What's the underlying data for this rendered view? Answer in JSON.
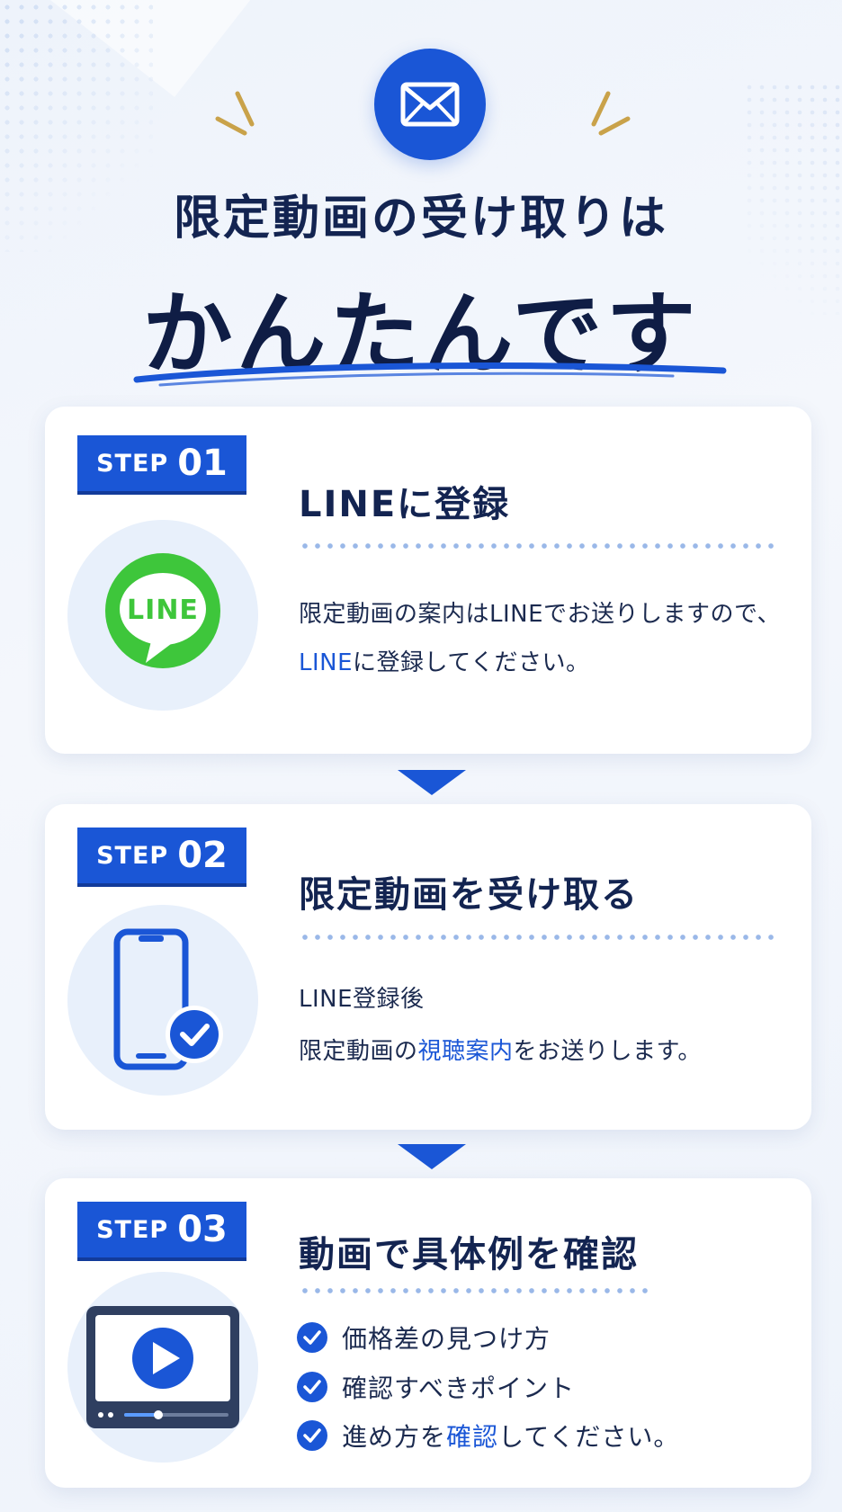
{
  "header": {
    "title_line1": "限定動画の受け取りは",
    "title_line2": "かんたんです"
  },
  "icons": {
    "hero": "envelope-icon",
    "step1": "line-logo-icon",
    "step2": "smartphone-check-icon",
    "step3": "video-player-icon"
  },
  "colors": {
    "accent": "#1a56d6",
    "line_green": "#3ec63b",
    "navy": "#132451"
  },
  "steps": [
    {
      "badge_word": "STEP",
      "badge_num": "01",
      "title": "LINEに登録",
      "logo_text": "LINE",
      "text_line1": "限定動画の案内はLINEでお送りしますので、",
      "text_line2_highlight": "LINE",
      "text_line2_rest": "に登録してください。"
    },
    {
      "badge_word": "STEP",
      "badge_num": "02",
      "title": "限定動画を受け取る",
      "text_line1": "LINE登録後",
      "text_line2_pre": "限定動画の",
      "text_line2_highlight": "視聴案内",
      "text_line2_post": "をお送りします。"
    },
    {
      "badge_word": "STEP",
      "badge_num": "03",
      "title": "動画で具体例を確認",
      "checklist": [
        {
          "text": "価格差の見つけ方"
        },
        {
          "text": "確認すべきポイント"
        },
        {
          "pre": "進め方を",
          "highlight": "確認",
          "post": "してください。"
        }
      ]
    }
  ]
}
